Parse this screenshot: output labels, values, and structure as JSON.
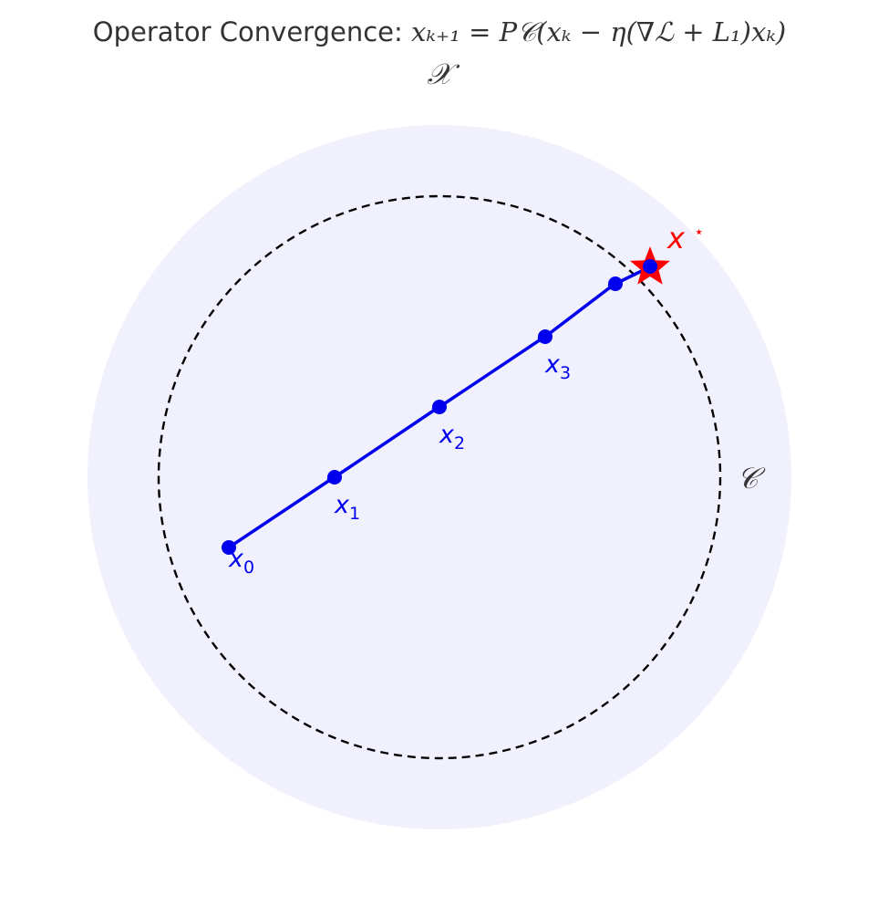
{
  "figure": {
    "title_prefix": "Operator Convergence: ",
    "title_formula": "xₖ₊₁ = P𝒞(xₖ − η(∇ℒ + L₁)xₖ)",
    "outer_space_label": "𝒳",
    "constraint_set_label": "𝒞",
    "optimum_label_base": "x",
    "optimum_label_sup": "⋆",
    "iterates": [
      {
        "base": "x",
        "sub": "0"
      },
      {
        "base": "x",
        "sub": "1"
      },
      {
        "base": "x",
        "sub": "2"
      },
      {
        "base": "x",
        "sub": "3"
      }
    ],
    "colors": {
      "outer_fill": "#f1f1fd",
      "constraint_stroke": "#000000",
      "trajectory": "#0000ee",
      "optimum": "#ff0000",
      "text": "#333333"
    }
  }
}
